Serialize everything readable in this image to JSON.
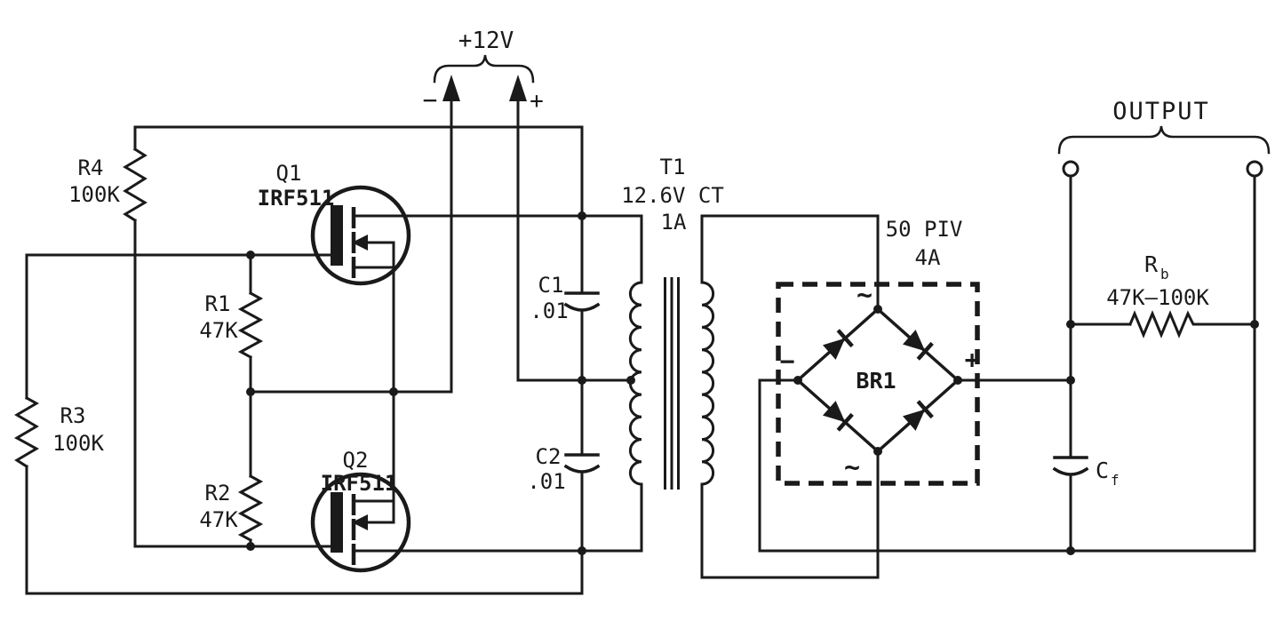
{
  "diagram": {
    "kind": "electronic-schematic",
    "description": "Push-pull MOSFET DC-DC converter with transformer and bridge rectifier"
  },
  "colors": {
    "ink": "#1a1a1a",
    "background": "#ffffff"
  },
  "labels": {
    "supply": {
      "title": "+12V",
      "minus": "−",
      "plus": "+"
    },
    "q1": {
      "ref": "Q1",
      "part": "IRF511"
    },
    "q2": {
      "ref": "Q2",
      "part": "IRF511"
    },
    "r1": {
      "ref": "R1",
      "value": "47K"
    },
    "r2": {
      "ref": "R2",
      "value": "47K"
    },
    "r3": {
      "ref": "R3",
      "value": "100K"
    },
    "r4": {
      "ref": "R4",
      "value": "100K"
    },
    "c1": {
      "ref": "C1",
      "value": ".01"
    },
    "c2": {
      "ref": "C2",
      "value": ".01"
    },
    "t1": {
      "ref": "T1",
      "value": "12.6V CT",
      "current": "1A"
    },
    "br1": {
      "ref": "BR1",
      "rating_piv": "50 PIV",
      "rating_current": "4A",
      "ac_top": "~",
      "ac_bottom": "~",
      "dc_minus": "−",
      "dc_plus": "+"
    },
    "output": {
      "title": "OUTPUT"
    },
    "rb": {
      "ref": "R",
      "sub": "b",
      "value": "47K–100K"
    },
    "cf": {
      "ref": "C",
      "sub": "f"
    }
  }
}
